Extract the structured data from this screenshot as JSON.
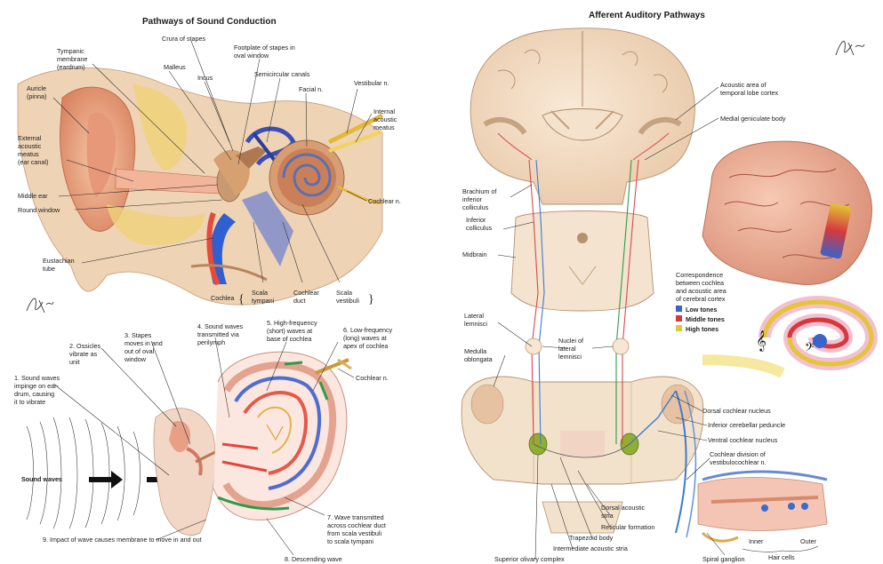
{
  "left": {
    "title": "Pathways of Sound Conduction",
    "labels": {
      "crura": "Crura of stapes",
      "footplate_1": "Footplate of stapes in",
      "footplate_2": "oval window",
      "tympanic_1": "Tympanic",
      "tympanic_2": "membrane",
      "tympanic_3": "(eardrum)",
      "malleus": "Malleus",
      "incus": "Incus",
      "semicircular": "Semicircular canals",
      "facial": "Facial n.",
      "vestibular": "Vestibular n.",
      "internal_1": "Internal",
      "internal_2": "acoustic",
      "internal_3": "meatus",
      "auricle_1": "Auricle",
      "auricle_2": "(pinna)",
      "external_1": "External",
      "external_2": "acoustic",
      "external_3": "meatus",
      "external_4": "(ear canal)",
      "middle_ear": "Middle ear",
      "round_window": "Round window",
      "cochlear_n": "Cochlear n.",
      "eustachian_1": "Eustachian",
      "eustachian_2": "tube",
      "cochlea": "Cochlea",
      "scala_tympani_1": "Scala",
      "scala_tympani_2": "tympani",
      "cochlear_duct_1": "Cochlear",
      "cochlear_duct_2": "duct",
      "scala_vestibuli_1": "Scala",
      "scala_vestibuli_2": "vestibuli"
    },
    "steps": {
      "s1": [
        "1. Sound waves",
        "impinge on ear-",
        "drum, causing",
        "it to vibrate"
      ],
      "s2": [
        "2. Ossicles",
        "vibrate as",
        "unit"
      ],
      "s3": [
        "3. Stapes",
        "moves in and",
        "out of oval",
        "window"
      ],
      "s4": [
        "4. Sound waves",
        "transmitted via",
        "perilymph"
      ],
      "s5": [
        "5. High-frequency",
        "(short) waves at",
        "base of cochlea"
      ],
      "s6": [
        "6. Low-frequency",
        "(long) waves at",
        "apex of cochlea"
      ],
      "s7": [
        "7. Wave transmitted",
        "across cochlear duct",
        "from scala vestibuli",
        "to scala tympani"
      ],
      "s8": "8. Descending wave",
      "s9": "9. Impact of wave causes membrane to move in and out",
      "sound_waves": "Sound waves",
      "cochlear_n2": "Cochlear n."
    }
  },
  "right": {
    "title": "Afferent Auditory Pathways",
    "labels": {
      "acoustic_area_1": "Acoustic area of",
      "acoustic_area_2": "temporal lobe cortex",
      "medial_geniculate": "Medial geniculate body",
      "brachium_1": "Brachium of",
      "brachium_2": "inferior",
      "brachium_3": "colliculus",
      "inf_colliculus_1": "Inferior",
      "inf_colliculus_2": "colliculus",
      "midbrain": "Midbrain",
      "lateral_lemnisci_1": "Lateral",
      "lateral_lemnisci_2": "lemnisci",
      "nuclei_1": "Nuclei of",
      "nuclei_2": "lateral",
      "nuclei_3": "lemnisci",
      "medulla_1": "Medulla",
      "medulla_2": "oblongata",
      "dorsal_cochlear": "Dorsal cochlear nucleus",
      "inf_cerebellar": "Inferior cerebellar peduncle",
      "ventral_cochlear": "Ventral cochlear nucleus",
      "cochlear_division_1": "Cochlear division of",
      "cochlear_division_2": "vestibulocochlear n.",
      "dorsal_acoustic_1": "Dorsal acoustic",
      "dorsal_acoustic_2": "stria",
      "reticular": "Reticular formation",
      "trapezoid": "Trapezoid body",
      "intermediate": "Intermediate acoustic stria",
      "superior_olivary": "Superior olivary complex",
      "spiral_ganglion": "Spiral ganglion",
      "hair_cells": "Hair cells",
      "inner": "Inner",
      "outer": "Outer"
    },
    "legend": {
      "heading": [
        "Correspondence",
        "between cochlea",
        "and acoustic area",
        "of cerebral cortex"
      ],
      "low": "Low tones",
      "middle": "Middle tones",
      "high": "High tones",
      "low_color": "#3b63c9",
      "middle_color": "#d6383e",
      "high_color": "#e3c536"
    }
  }
}
